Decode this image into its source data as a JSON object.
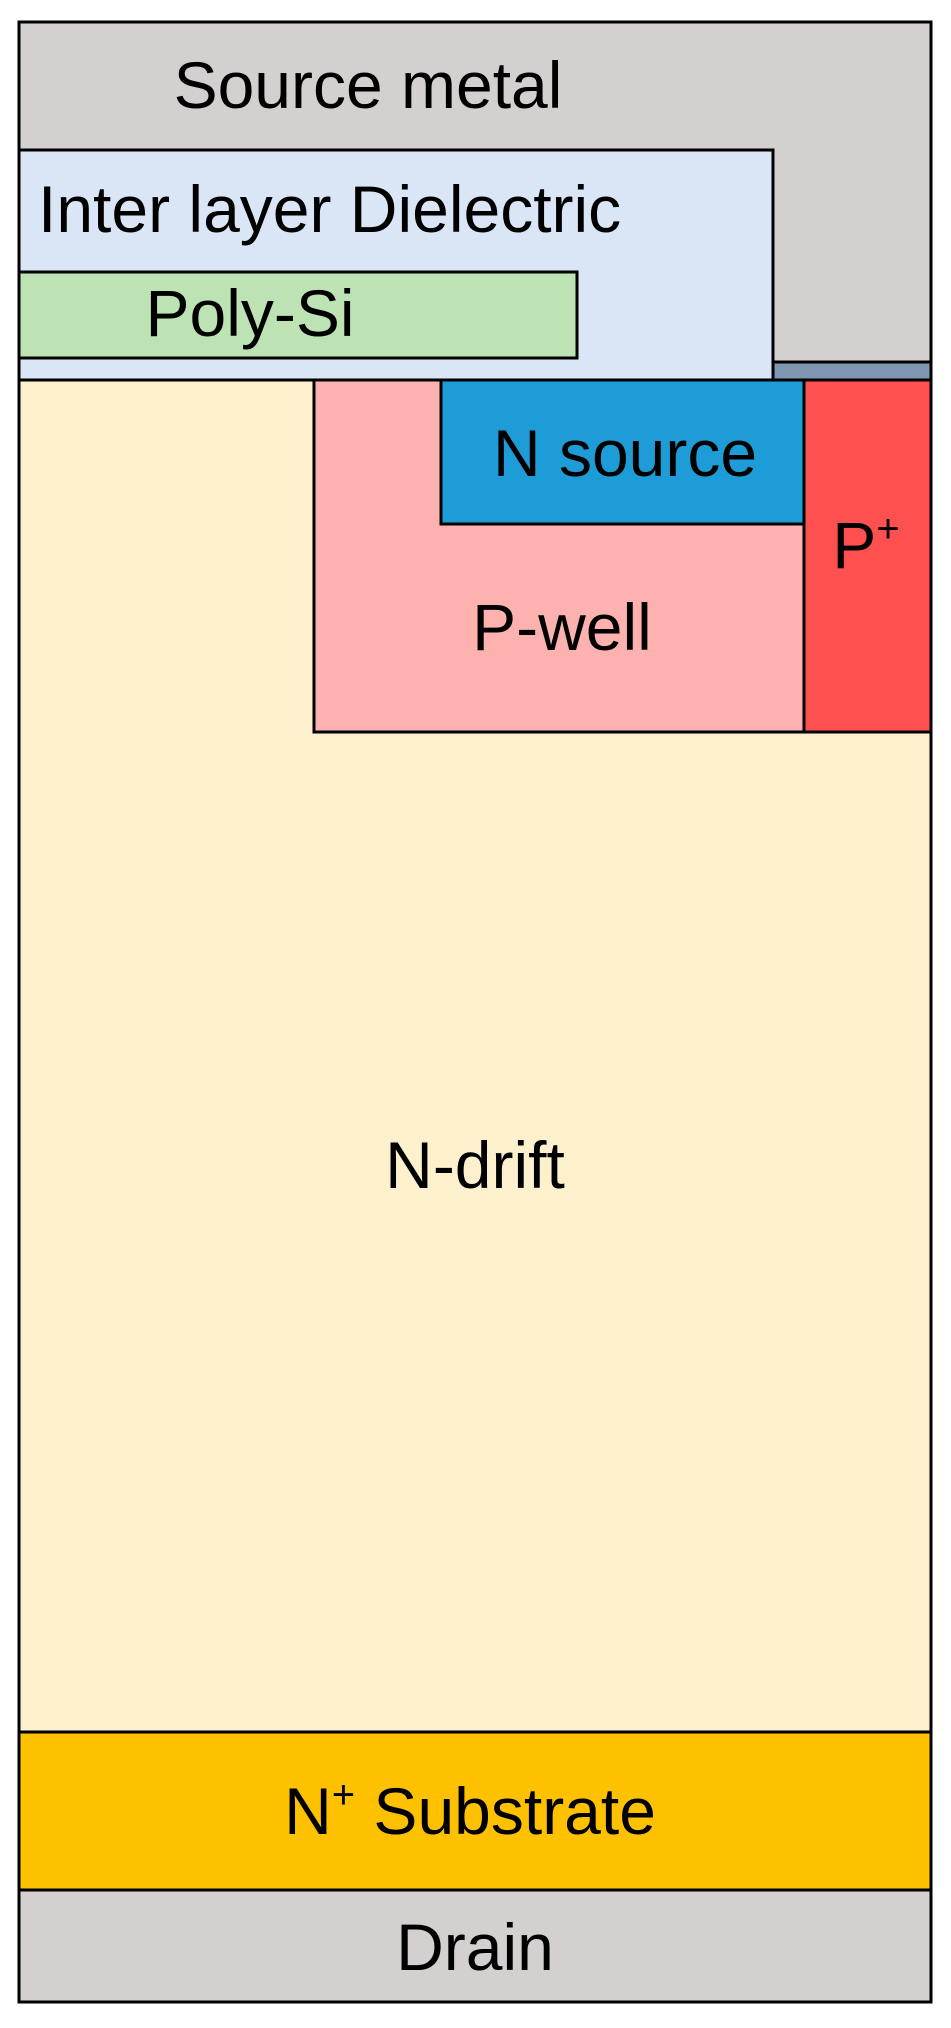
{
  "colors": {
    "source_metal": "#d4d0cf",
    "inter_layer_dielectric": "#dae5f5",
    "poly_si": "#bde3b5",
    "n_drift": "#fdf0cd",
    "p_well": "#fdb2b0",
    "n_source": "#1e9cd8",
    "p_plus": "#ff5050",
    "contact_strip": "#7f97b2",
    "n_plus_substrate": "#fec100",
    "drain": "#d4d0cf",
    "outline": "#000000"
  },
  "labels": {
    "source_metal": "Source metal",
    "inter_layer_dielectric": "Inter layer Dielectric",
    "poly_si": "Poly-Si",
    "n_source": "N source",
    "p_plus_base": "P",
    "p_plus_sup": "+",
    "p_well": "P-well",
    "n_drift": "N-drift",
    "n_plus_substrate_base": "N",
    "n_plus_substrate_sup": "+",
    "n_plus_substrate_rest": " Substrate",
    "drain": "Drain"
  }
}
